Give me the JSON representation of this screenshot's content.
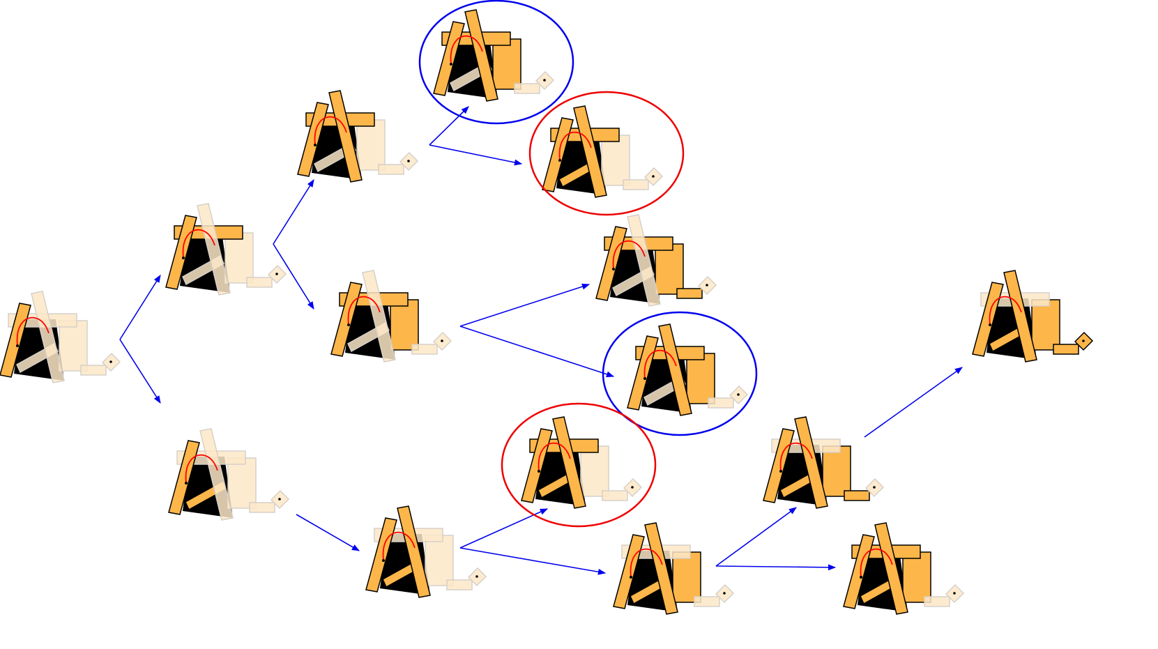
{
  "colors": {
    "solid": "#fdb64a",
    "faded": "#fde8c8",
    "faded_stroke": "#d6d0c8",
    "base": "#000000",
    "path": "#ff0000",
    "arrow": "#0000ee",
    "highlight_blue": "#0000ee",
    "highlight_red": "#ee0000"
  },
  "nodes": [
    {
      "id": "n1",
      "solid": [
        "left"
      ],
      "highlight": null
    },
    {
      "id": "n2",
      "solid": [
        "left",
        "bar"
      ],
      "highlight": null
    },
    {
      "id": "n3",
      "solid": [
        "left",
        "right",
        "bar"
      ],
      "highlight": null
    },
    {
      "id": "n4",
      "solid": [
        "left",
        "bar",
        "box"
      ],
      "highlight": null
    },
    {
      "id": "n5",
      "solid": [
        "left",
        "brace"
      ],
      "highlight": null
    },
    {
      "id": "n6",
      "solid": [
        "left",
        "right",
        "bar",
        "box"
      ],
      "highlight": "blue"
    },
    {
      "id": "n7",
      "solid": [
        "left",
        "right",
        "bar",
        "brace"
      ],
      "highlight": "red"
    },
    {
      "id": "n8",
      "solid": [
        "left",
        "bar",
        "box",
        "foot"
      ],
      "highlight": null
    },
    {
      "id": "n9",
      "solid": [
        "left",
        "right",
        "bar",
        "box"
      ],
      "highlight": "blue"
    },
    {
      "id": "n10",
      "solid": [
        "left",
        "right",
        "bar",
        "brace"
      ],
      "highlight": "red"
    },
    {
      "id": "n11",
      "solid": [
        "left",
        "right",
        "brace"
      ],
      "highlight": null
    },
    {
      "id": "n12",
      "solid": [
        "left",
        "right",
        "box",
        "brace"
      ],
      "highlight": null
    },
    {
      "id": "n13",
      "solid": [
        "left",
        "right",
        "box",
        "foot",
        "brace"
      ],
      "highlight": null
    },
    {
      "id": "n14",
      "solid": [
        "left",
        "right",
        "bar",
        "box",
        "brace"
      ],
      "highlight": null
    },
    {
      "id": "n15",
      "solid": [
        "left",
        "right",
        "box",
        "foot",
        "brace",
        "diamond"
      ],
      "highlight": null
    }
  ],
  "edges": [
    [
      "n1",
      "n2"
    ],
    [
      "n1",
      "n5"
    ],
    [
      "n2",
      "n3"
    ],
    [
      "n2",
      "n4"
    ],
    [
      "n3",
      "n6"
    ],
    [
      "n3",
      "n7"
    ],
    [
      "n4",
      "n8"
    ],
    [
      "n4",
      "n9"
    ],
    [
      "n5",
      "n11"
    ],
    [
      "n11",
      "n10"
    ],
    [
      "n11",
      "n12"
    ],
    [
      "n12",
      "n13"
    ],
    [
      "n12",
      "n14"
    ],
    [
      "n13",
      "n15"
    ]
  ]
}
